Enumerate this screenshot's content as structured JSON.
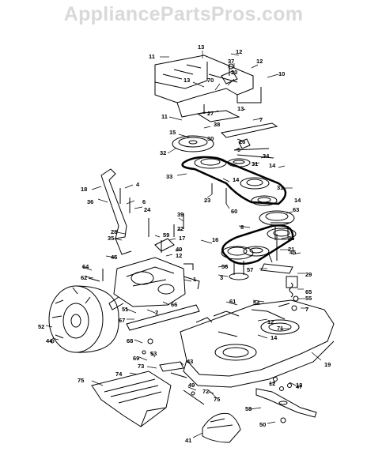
{
  "watermark": "AppliancePartsPros.com",
  "labels": [
    "11",
    "13",
    "12",
    "37",
    "12",
    "10",
    "13",
    "70",
    "20",
    "27",
    "13",
    "11",
    "15",
    "7",
    "38",
    "30",
    "26",
    "32",
    "9",
    "34",
    "31",
    "33",
    "14",
    "14",
    "31",
    "18",
    "4",
    "6",
    "36",
    "24",
    "23",
    "60",
    "14",
    "63",
    "39",
    "22",
    "8",
    "59",
    "17",
    "28",
    "35",
    "12",
    "16",
    "40",
    "21",
    "56",
    "45",
    "25",
    "45",
    "64",
    "3",
    "57",
    "62",
    "1",
    "29",
    "65",
    "55",
    "66",
    "2",
    "61",
    "54",
    "7",
    "51",
    "67",
    "12",
    "14",
    "52",
    "68",
    "71",
    "44",
    "53",
    "69",
    "19",
    "43",
    "73",
    "74",
    "75",
    "49",
    "72",
    "12",
    "75",
    "12",
    "47",
    "58",
    "50",
    "41"
  ]
}
